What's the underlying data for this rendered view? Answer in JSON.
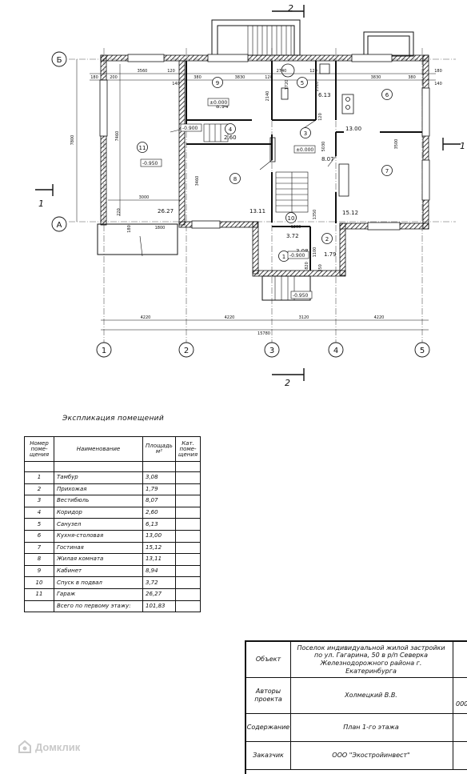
{
  "plan": {
    "axes_rows": [
      "Б",
      "А"
    ],
    "axes_cols": [
      "1",
      "2",
      "3",
      "4",
      "5"
    ],
    "section_marks": [
      "2",
      "2",
      "1",
      "1"
    ],
    "rooms": [
      {
        "no": "1",
        "area": "3.08"
      },
      {
        "no": "2",
        "area": "1.79"
      },
      {
        "no": "3",
        "area": "8.07"
      },
      {
        "no": "4",
        "area": "2.60"
      },
      {
        "no": "5",
        "area": "6.13"
      },
      {
        "no": "6",
        "area": "13.00"
      },
      {
        "no": "7",
        "area": "15.12"
      },
      {
        "no": "8",
        "area": "13.11"
      },
      {
        "no": "9",
        "area": "8.94"
      },
      {
        "no": "10",
        "area": "3.72"
      },
      {
        "no": "11",
        "area": "26.27"
      }
    ],
    "levels": [
      "±0.000",
      "±0.000",
      "-0.900",
      "-0.950",
      "-0.900",
      "-0.950"
    ],
    "dims_top": [
      "180",
      "200",
      "3560",
      "120",
      "380",
      "3830",
      "120",
      "2740",
      "120",
      "3830",
      "380",
      "180",
      "140",
      "140"
    ],
    "dims_bottom": [
      "4220",
      "4220",
      "3120",
      "4220"
    ],
    "dim_total": "15780",
    "dims_misc": [
      "7800",
      "7460",
      "3000",
      "3460",
      "5030",
      "1720",
      "2310",
      "2140",
      "1200",
      "1350",
      "1100",
      "350",
      "820",
      "3500",
      "220",
      "180",
      "1800",
      "120"
    ]
  },
  "explication": {
    "title": "Экспликация помещений",
    "headers": [
      "Номер поме- щения",
      "Наименование",
      "Площадь м²",
      "Кат. поме- щения"
    ],
    "rows": [
      {
        "no": "1",
        "name": "Тамбур",
        "area": "3,08"
      },
      {
        "no": "2",
        "name": "Прихожая",
        "area": "1,79"
      },
      {
        "no": "3",
        "name": "Вестибюль",
        "area": "8,07"
      },
      {
        "no": "4",
        "name": "Коридор",
        "area": "2,60"
      },
      {
        "no": "5",
        "name": "Санузел",
        "area": "6,13"
      },
      {
        "no": "6",
        "name": "Кухня-столовая",
        "area": "13,00"
      },
      {
        "no": "7",
        "name": "Гостиная",
        "area": "15,12"
      },
      {
        "no": "8",
        "name": "Жилая комната",
        "area": "13,11"
      },
      {
        "no": "9",
        "name": "Кабинет",
        "area": "8,94"
      },
      {
        "no": "10",
        "name": "Спуск в подвал",
        "area": "3,72"
      },
      {
        "no": "11",
        "name": "Гараж",
        "area": "26,27"
      }
    ],
    "total_label": "Всего по первому этажу:",
    "total_area": "101,83"
  },
  "stamp": {
    "object_label": "Объект",
    "object_value": "Поселок индивидуальной жилой застройки по ул. Гагарина, 50 в р/п Северка Железнодорожного района г. Екатеринбурга",
    "authors_label": "Авторы проекта",
    "authors_value": "Холмецкий В.В.",
    "authors_extra": "000",
    "content_label": "Содержание",
    "content_value": "План 1-го этажа",
    "customer_label": "Заказчик",
    "customer_value": "ООО \"Экостройинвест\""
  },
  "watermark": "Домклик"
}
